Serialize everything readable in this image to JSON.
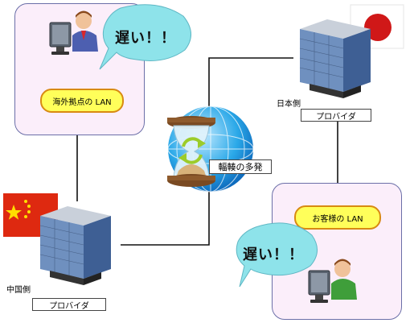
{
  "overseas": {
    "lan_label": "海外拠点の LAN",
    "bubble": "遅い！！"
  },
  "japan": {
    "side_label": "日本側",
    "provider_label": "プロバイダ"
  },
  "china": {
    "side_label": "中国側",
    "provider_label": "プロバイダ"
  },
  "center": {
    "congestion_label": "輻輳の多発"
  },
  "customer": {
    "lan_label": "お客様の LAN",
    "bubble": "遅い！！"
  },
  "colors": {
    "panel_bg": "#fbeefa",
    "panel_border": "#6b6fa8",
    "pill_fill": "#ffff5a",
    "pill_border": "#d88a12",
    "bubble_fill": "#8ee3ea"
  },
  "icons": [
    "user-at-computer-icon",
    "speech-bubble-icon",
    "office-building-icon",
    "japan-flag-icon",
    "china-flag-icon",
    "globe-icon",
    "hourglass-icon",
    "refresh-arrows-icon"
  ]
}
